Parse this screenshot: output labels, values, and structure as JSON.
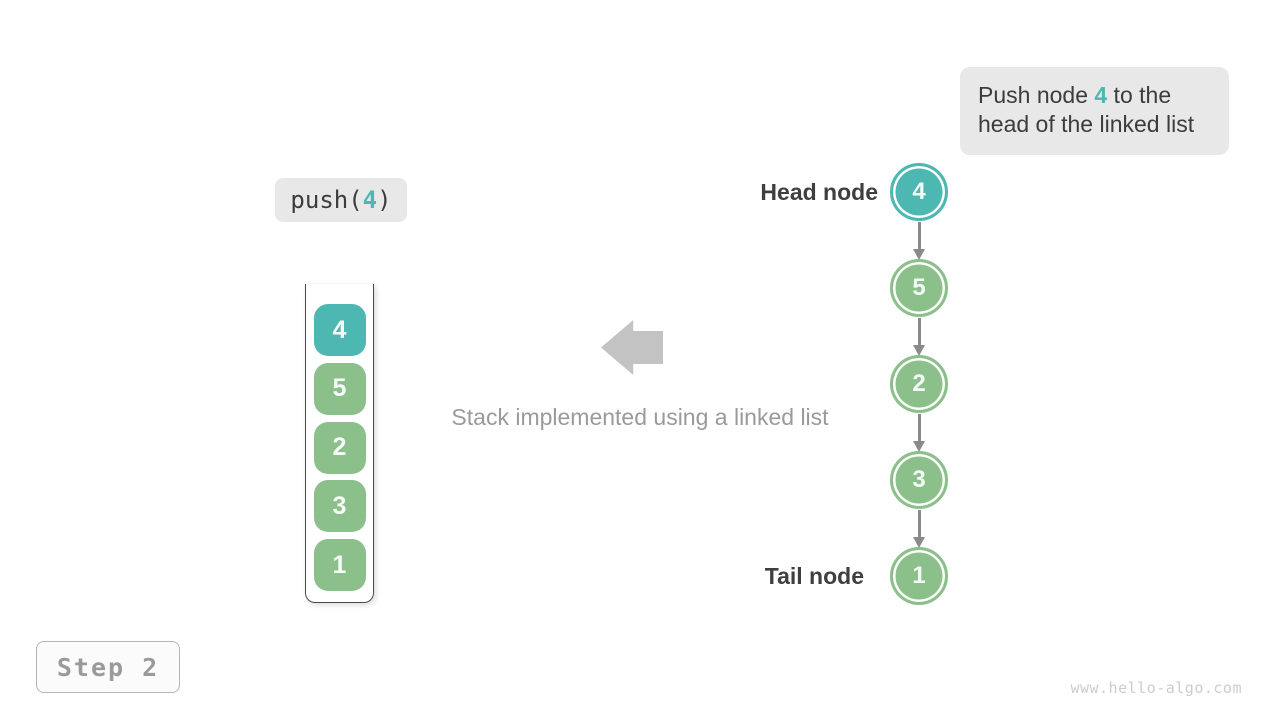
{
  "colors": {
    "teal": "#4db8b1",
    "green": "#8cc08b",
    "note-bg": "#e8e8e8",
    "dark-text": "#3c3c3c",
    "muted-text": "#9a9a9a",
    "connector-gray": "#8a8a8a",
    "block-arrow-gray": "#c3c3c3",
    "watermark-gray": "#cccccc"
  },
  "note": {
    "prefix": "Push node ",
    "highlight": "4",
    "suffix": " to the head of the linked list"
  },
  "code_call": {
    "prefix": "push(",
    "arg": "4",
    "suffix": ")"
  },
  "stack": {
    "items": [
      {
        "value": "4",
        "type": "teal"
      },
      {
        "value": "5",
        "type": "green"
      },
      {
        "value": "2",
        "type": "green"
      },
      {
        "value": "3",
        "type": "green"
      },
      {
        "value": "1",
        "type": "green"
      }
    ]
  },
  "caption": "Stack implemented using a linked list",
  "linked_list": {
    "head_label": "Head node",
    "tail_label": "Tail node",
    "nodes": [
      {
        "value": "4",
        "type": "teal"
      },
      {
        "value": "5",
        "type": "green"
      },
      {
        "value": "2",
        "type": "green"
      },
      {
        "value": "3",
        "type": "green"
      },
      {
        "value": "1",
        "type": "green"
      }
    ]
  },
  "step": {
    "label": "Step 2"
  },
  "watermark": "www.hello-algo.com"
}
